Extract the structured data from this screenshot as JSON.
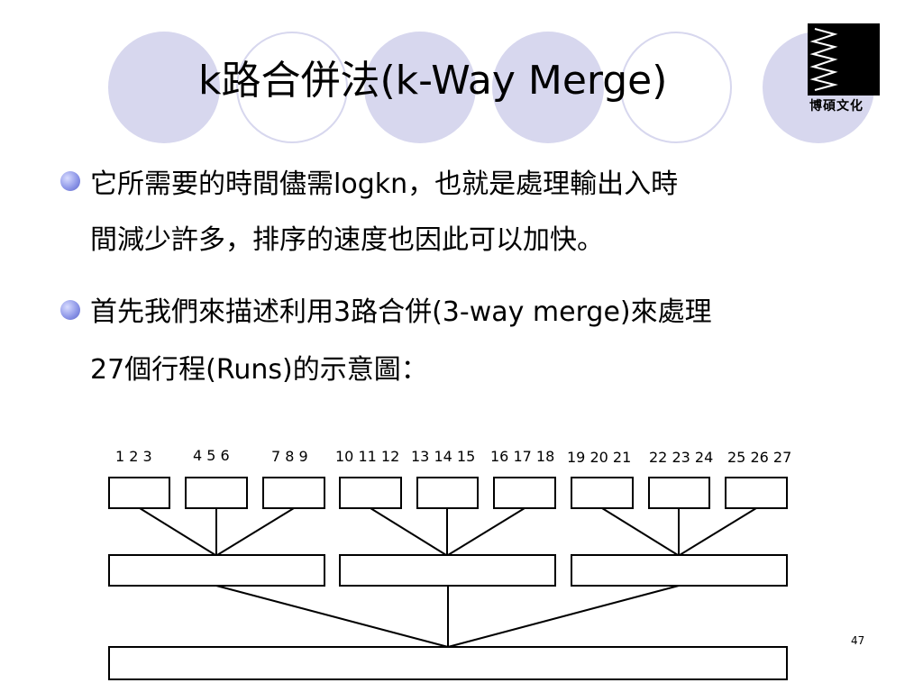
{
  "slide": {
    "title": "k路合併法(k-Way Merge)",
    "logo_text": "博碩文化",
    "bullets": [
      {
        "lines": [
          "它所需要的時間儘需logkn，也就是處理輸出入時",
          "間減少許多，排序的速度也因此可以加快。"
        ]
      },
      {
        "lines": [
          "首先我們來描述利用3路合併(3-way merge)來處理",
          "27個行程(Runs)的示意圖："
        ]
      }
    ],
    "page_number": "47"
  },
  "colors": {
    "circle_fill": "#d7d7ee",
    "bullet_dot": "#8f98e8",
    "logo_box": "#000000"
  },
  "diagram": {
    "merge_way": 3,
    "run_groups": [
      "1 2 3",
      "4 5 6",
      "7 8 9",
      "10 11 12",
      "13 14 15",
      "16 17 18",
      "19 20 21",
      "22 23 24",
      "25 26 27"
    ],
    "levels": [
      9,
      3,
      1
    ]
  }
}
